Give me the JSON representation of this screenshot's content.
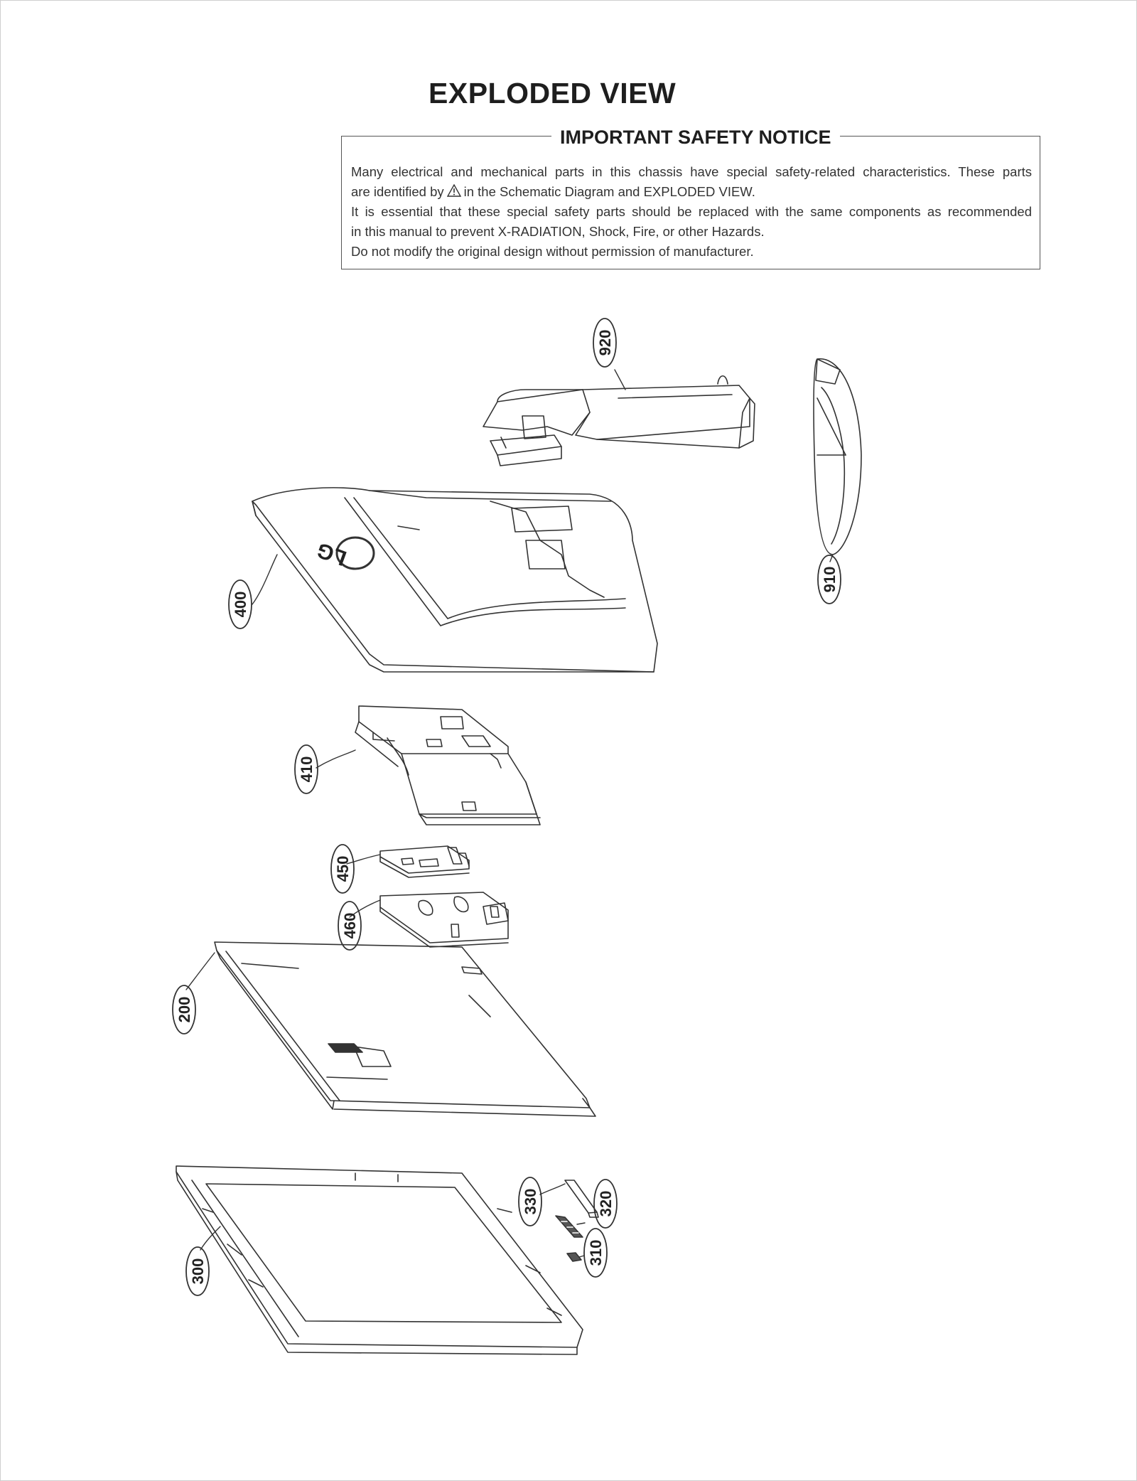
{
  "page": {
    "title": "EXPLODED VIEW"
  },
  "notice": {
    "heading": "IMPORTANT SAFETY NOTICE",
    "line1": "Many electrical and mechanical parts in this chassis have special safety-related characteristics. These parts",
    "line2_before_icon": "are identified by",
    "line2_icon": "warning-triangle-icon",
    "line2_after_icon": "in the Schematic Diagram and EXPLODED VIEW.",
    "line3": "It is essential that these special safety parts should be replaced with the same components as recommended",
    "line4": "in this manual to prevent X-RADIATION, Shock, Fire, or other Hazards.",
    "line5": "Do not modify the original design without permission of manufacturer."
  },
  "parts": [
    {
      "id": "stand-arm",
      "callout": "920"
    },
    {
      "id": "stand-base",
      "callout": "910"
    },
    {
      "id": "back-cover",
      "callout": "400",
      "logo": "LG"
    },
    {
      "id": "main-shield",
      "callout": "410"
    },
    {
      "id": "control-board",
      "callout": "450"
    },
    {
      "id": "power-board",
      "callout": "460"
    },
    {
      "id": "lcd-module",
      "callout": "200"
    },
    {
      "id": "front-cabinet",
      "callout": "300"
    },
    {
      "id": "button-bracket",
      "callout": "330"
    },
    {
      "id": "control-buttons",
      "callout": "320"
    },
    {
      "id": "power-button",
      "callout": "310"
    }
  ]
}
